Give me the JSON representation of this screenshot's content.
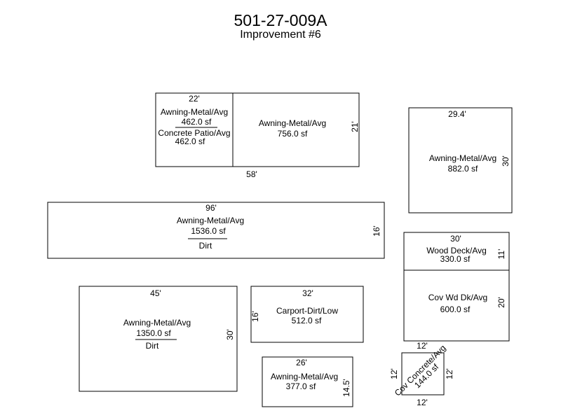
{
  "title": "501-27-009A",
  "subtitle": "Improvement #6",
  "sketch": {
    "block1": {
      "top_dim": "22'",
      "label1": "Awning-Metal/Avg",
      "area1": "462.0 sf",
      "label2": "Concrete Patio/Avg",
      "area2": "462.0 sf",
      "label3": "Awning-Metal/Avg",
      "area3": "756.0 sf",
      "right_dim": "21'",
      "bottom_dim": "58'"
    },
    "block2": {
      "top_dim": "29.4'",
      "label": "Awning-Metal/Avg",
      "area": "882.0 sf",
      "right_dim": "30'"
    },
    "block3": {
      "top_dim": "96'",
      "label": "Awning-Metal/Avg",
      "area": "1536.0 sf",
      "sublabel": "Dirt",
      "right_dim": "16'"
    },
    "block4": {
      "top_dim": "30'",
      "label1": "Wood Deck/Avg",
      "area1": "330.0 sf",
      "right_dim1": "11'",
      "label2": "Cov Wd Dk/Avg",
      "area2": "600.0 sf",
      "right_dim2": "20'"
    },
    "block5": {
      "top_dim": "45'",
      "label": "Awning-Metal/Avg",
      "area": "1350.0 sf",
      "sublabel": "Dirt",
      "right_dim": "30'"
    },
    "block6": {
      "top_dim": "32'",
      "left_dim": "16'",
      "label": "Carport-Dirt/Low",
      "area": "512.0 sf"
    },
    "block7": {
      "top_dim": "26'",
      "label": "Awning-Metal/Avg",
      "area": "377.0 sf",
      "right_dim": "14.5'"
    },
    "block8": {
      "top_dim": "12'",
      "bottom_dim": "12'",
      "left_dim": "12'",
      "right_dim": "12'",
      "label": "Cov Concrete/Avg",
      "area": "144.0 sf"
    }
  }
}
